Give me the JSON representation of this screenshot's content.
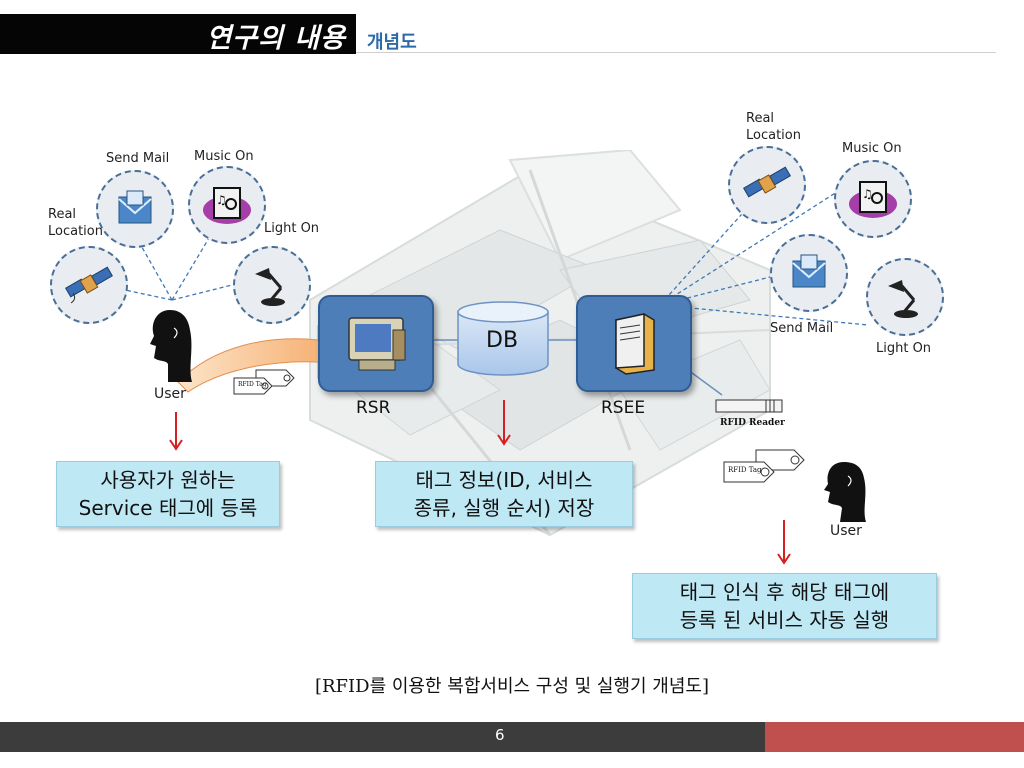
{
  "header": {
    "title": "연구의 내용",
    "subtitle": "개념도"
  },
  "left_user": {
    "labels": {
      "send_mail": "Send Mail",
      "music_on": "Music On",
      "real_location": "Real\nLocation",
      "light_on": "Light On"
    },
    "user_label": "User",
    "rfid_tag_text": "RFID Tag"
  },
  "nodes": {
    "rsr": "RSR",
    "db": "DB",
    "rsee": "RSEE"
  },
  "right_user": {
    "labels": {
      "real_location": "Real\nLocation",
      "music_on": "Music On",
      "send_mail": "Send Mail",
      "light_on": "Light On"
    },
    "rfid_reader": "RFID Reader",
    "rfid_tag_text": "RFID Tag",
    "user_label": "User"
  },
  "boxes": {
    "register_line1": "사용자가 원하는",
    "register_line2": "Service 태그에 등록",
    "store_line1": "태그 정보(ID, 서비스",
    "store_line2": "종류, 실행 순서) 저장",
    "execute_line1": "태그 인식 후 해당 태그에",
    "execute_line2": "등록 된 서비스 자동 실행"
  },
  "caption": "[RFID를 이용한 복합서비스 구성 및 실행기 개념도]",
  "footer": {
    "page_number": "6"
  },
  "colors": {
    "node_blue": "#4d7eb8",
    "box_cyan": "#bfe8f5",
    "arrow_red": "#d42020",
    "footer_dark": "#3c3c3c",
    "footer_red": "#c0504d"
  }
}
